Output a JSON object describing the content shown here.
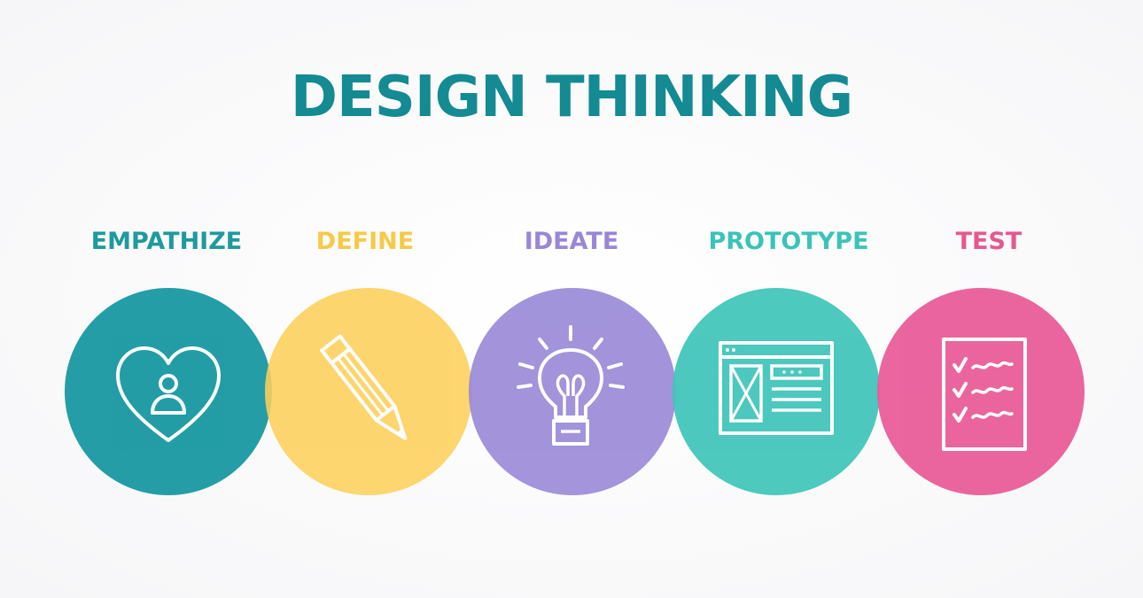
{
  "title": "DESIGN THINKING",
  "stages": [
    {
      "label": "EMPATHIZE",
      "label_color": "#1e9a9f",
      "circle_color": "#1d9aa3",
      "icon": "heart-person-icon"
    },
    {
      "label": "DEFINE",
      "label_color": "#f7c948",
      "circle_color": "#fdd05b",
      "icon": "pencil-icon"
    },
    {
      "label": "IDEATE",
      "label_color": "#9a86d6",
      "circle_color": "#9b8bd8",
      "icon": "lightbulb-icon"
    },
    {
      "label": "PROTOTYPE",
      "label_color": "#3cc3b8",
      "circle_color": "#3ec4b9",
      "icon": "wireframe-icon"
    },
    {
      "label": "TEST",
      "label_color": "#e6588f",
      "circle_color": "#e95a98",
      "icon": "checklist-icon"
    }
  ]
}
